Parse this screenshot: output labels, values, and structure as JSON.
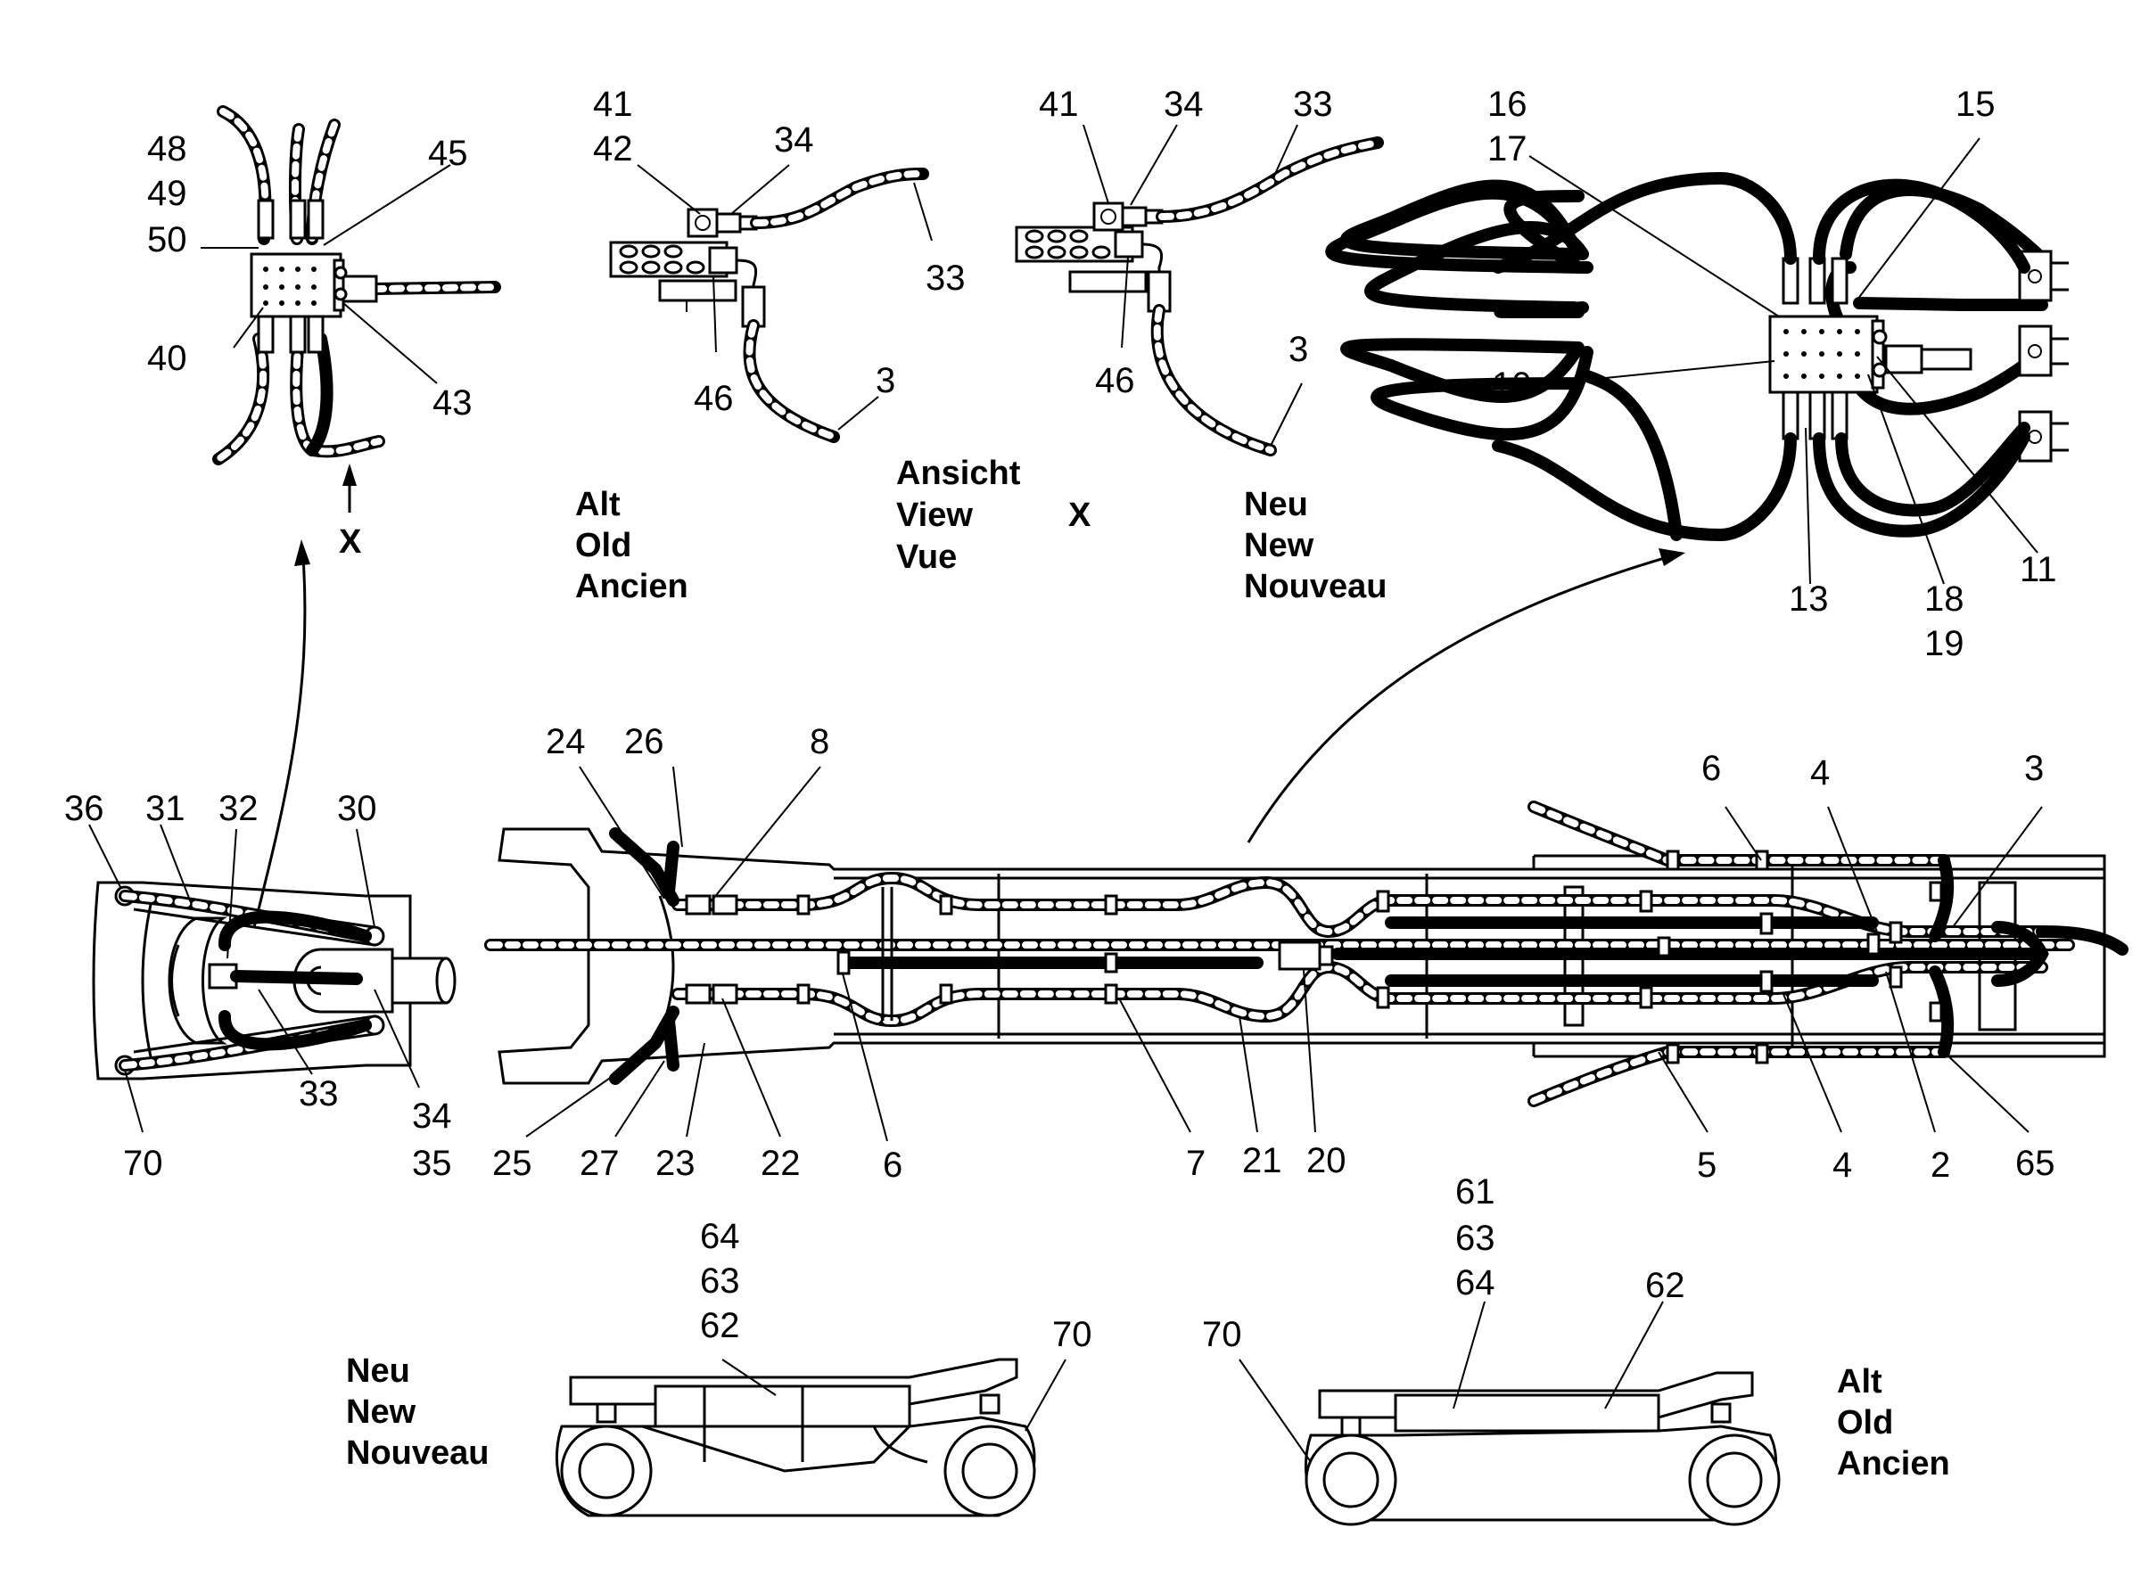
{
  "callouts": {
    "d1": [
      "48",
      "49",
      "50",
      "45",
      "40",
      "43"
    ],
    "d1_view": "X",
    "d2": [
      "41",
      "42",
      "34",
      "33",
      "46",
      "3"
    ],
    "d3": [
      "41",
      "34",
      "33",
      "46",
      "3"
    ],
    "d4": [
      "16",
      "17",
      "15",
      "10",
      "13",
      "18",
      "19",
      "11"
    ],
    "d5": [
      "36",
      "31",
      "32",
      "30",
      "33",
      "70",
      "34",
      "35"
    ],
    "d6_top": [
      "24",
      "26",
      "8",
      "6",
      "4",
      "3"
    ],
    "d6_bottom": [
      "25",
      "27",
      "23",
      "22",
      "6",
      "7",
      "21",
      "20",
      "5",
      "4",
      "2",
      "65"
    ],
    "d7": [
      "64",
      "63",
      "62",
      "70"
    ],
    "d8": [
      "61",
      "63",
      "64",
      "62",
      "70"
    ]
  },
  "captions": {
    "old_1": [
      "Alt",
      "Old",
      "Ancien"
    ],
    "view": [
      "Ansicht",
      "View",
      "Vue"
    ],
    "view_letter": "X",
    "new_1": [
      "Neu",
      "New",
      "Nouveau"
    ],
    "new_2": [
      "Neu",
      "New",
      "Nouveau"
    ],
    "old_2": [
      "Alt",
      "Old",
      "Ancien"
    ]
  }
}
